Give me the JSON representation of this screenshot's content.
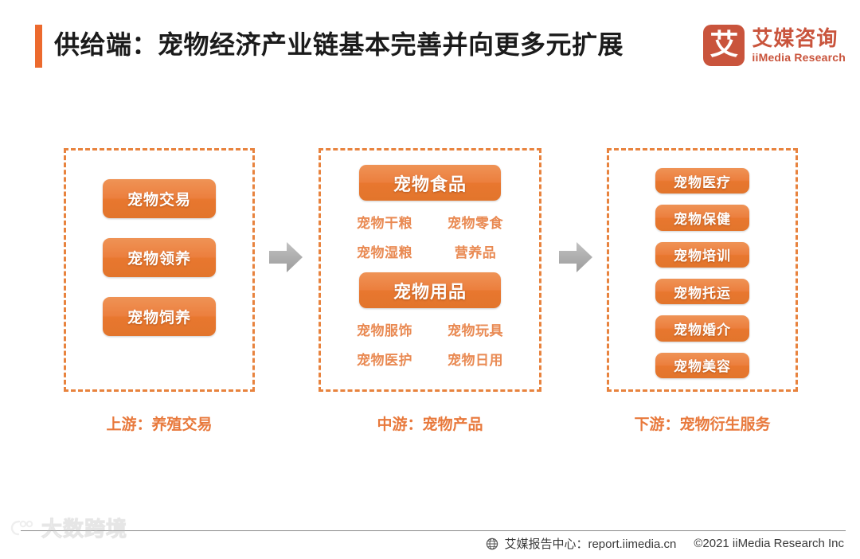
{
  "header": {
    "title": "供给端：宠物经济产业链基本完善并向更多元扩展",
    "logo": {
      "mark_glyph": "艾",
      "name_cn": "艾媒咨询",
      "name_en": "iiMedia Research"
    }
  },
  "diagram": {
    "arrows": [
      "arrow-right",
      "arrow-right"
    ],
    "stages": [
      {
        "id": "upstream",
        "caption": "上游：养殖交易",
        "pills": [
          "宠物交易",
          "宠物领养",
          "宠物饲养"
        ]
      },
      {
        "id": "midstream",
        "caption": "中游：宠物产品",
        "groups": [
          {
            "pill": "宠物食品",
            "items": [
              "宠物干粮",
              "宠物零食",
              "宠物湿粮",
              "营养品"
            ]
          },
          {
            "pill": "宠物用品",
            "items": [
              "宠物服饰",
              "宠物玩具",
              "宠物医护",
              "宠物日用"
            ]
          }
        ]
      },
      {
        "id": "downstream",
        "caption": "下游：宠物衍生服务",
        "pills": [
          "宠物医疗",
          "宠物保健",
          "宠物培训",
          "宠物托运",
          "宠物婚介",
          "宠物美容"
        ]
      }
    ]
  },
  "footer": {
    "report_center": "艾媒报告中心：report.iimedia.cn",
    "copyright": "©2021  iiMedia Research Inc",
    "watermark": "大数跨境"
  },
  "colors": {
    "accent_orange": "#EC6A2E",
    "pill_orange": "#E8772F",
    "sub_item_orange": "#E98A53",
    "brand_red": "#C9543C",
    "dashed_border": "#E8833E",
    "arrow_gray": "#AAAAAA"
  }
}
